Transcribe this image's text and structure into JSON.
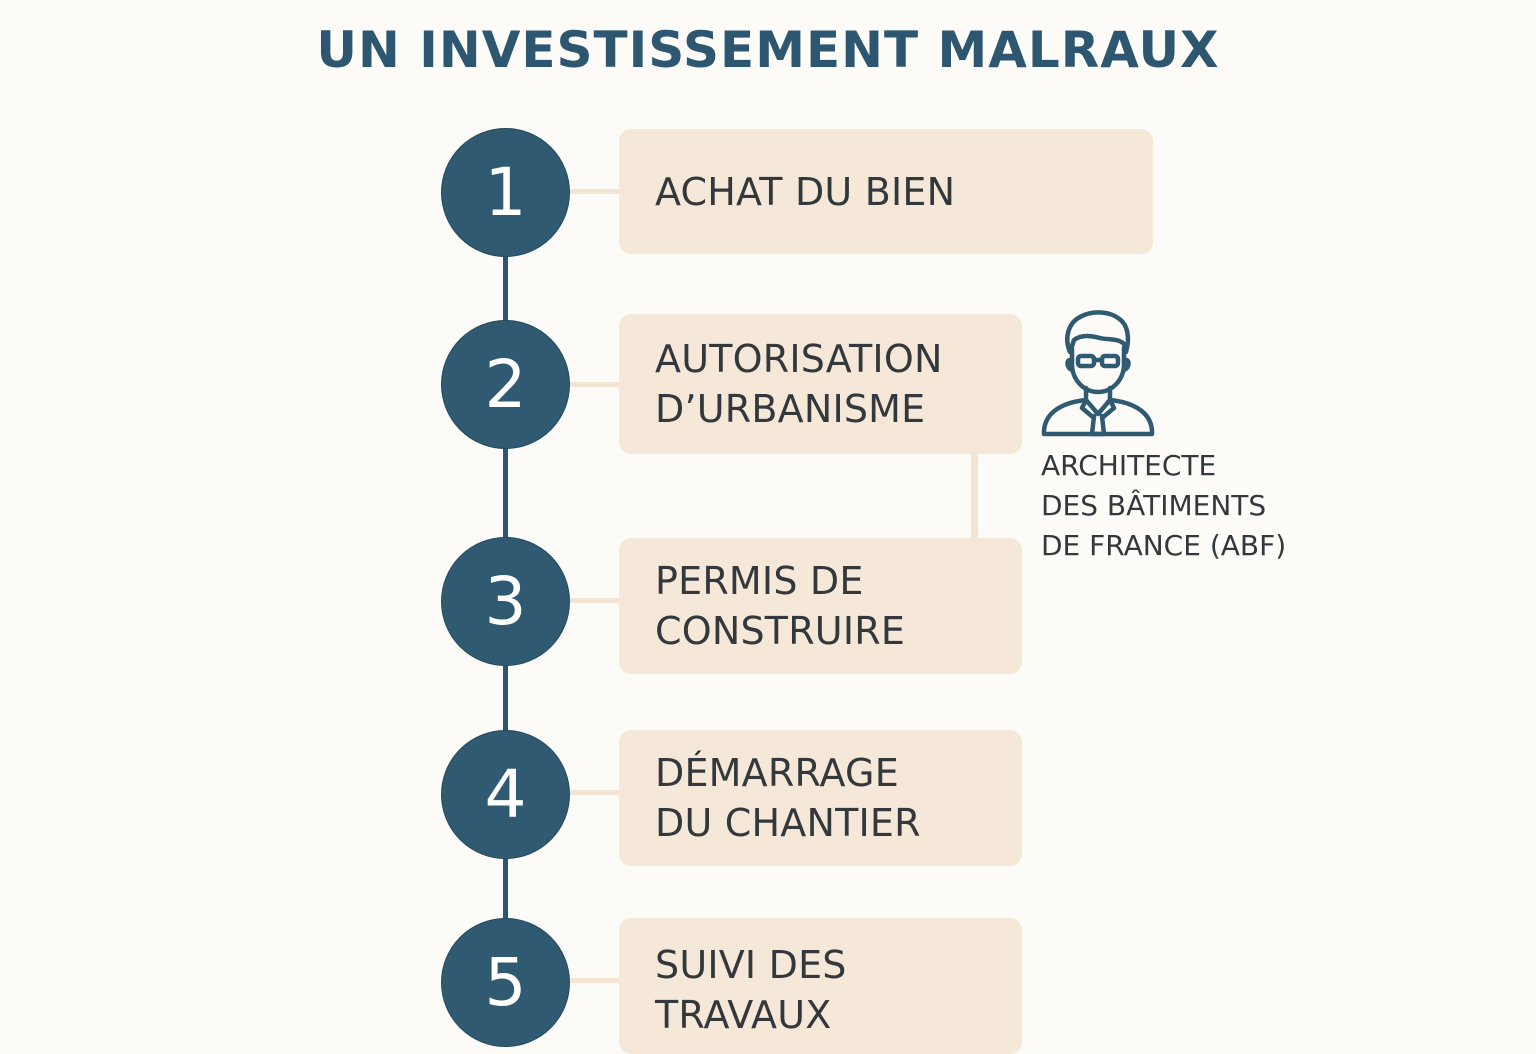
{
  "title": "UN INVESTISSEMENT MALRAUX",
  "colors": {
    "background": "#fdfbf7",
    "accent": "#2f5a72",
    "box": "#f5e8d9",
    "text": "#33383c"
  },
  "steps": [
    {
      "number": "1",
      "label": "ACHAT DU BIEN"
    },
    {
      "number": "2",
      "label": "AUTORISATION\nD’URBANISME"
    },
    {
      "number": "3",
      "label": "PERMIS DE\nCONSTRUIRE"
    },
    {
      "number": "4",
      "label": "DÉMARRAGE\nDU CHANTIER"
    },
    {
      "number": "5",
      "label": "SUIVI DES\nTRAVAUX"
    }
  ],
  "side_note": {
    "icon": "architect-person-icon",
    "label": "ARCHITECTE\nDES BÂTIMENTS\nDE FRANCE (ABF)"
  }
}
